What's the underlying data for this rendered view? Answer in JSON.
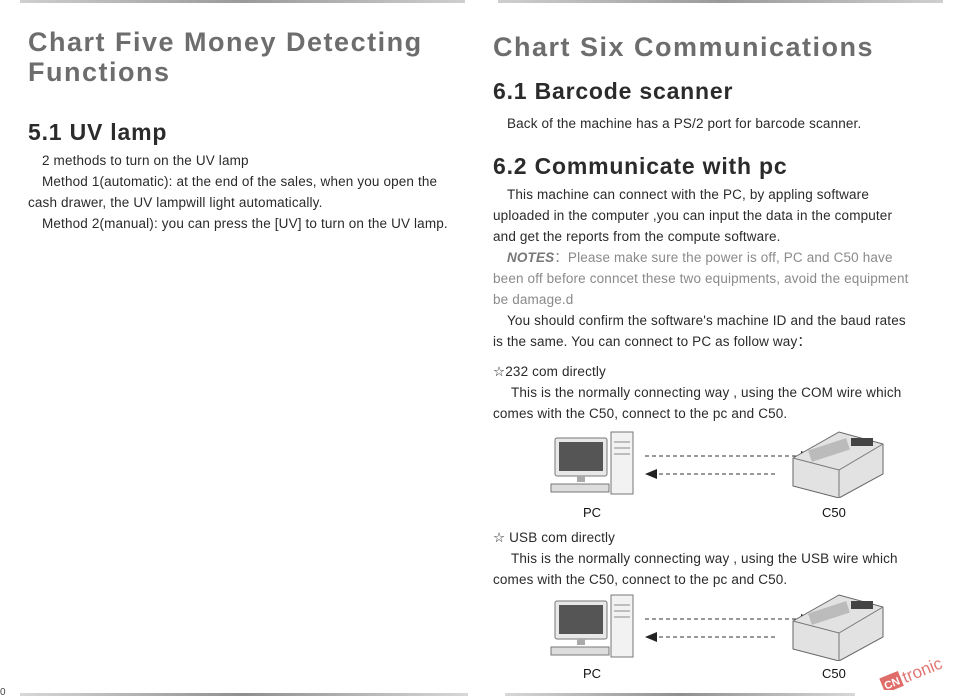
{
  "left": {
    "chapter_title_line1": "Chart Five  Money Detecting",
    "chapter_title_line2": "Functions",
    "section_title": "5.1 UV lamp",
    "para1": "2 methods to turn on the UV lamp",
    "para2": "Method 1(automatic): at the end of the sales, when you open the cash drawer, the UV lampwill light automatically.",
    "para3": "Method 2(manual): you can press the  [UV] to turn on the UV lamp."
  },
  "right": {
    "chapter_title": "Chart Six Communications",
    "section1_title": "6.1 Barcode scanner",
    "section1_para": "Back of the machine has a PS/2 port for barcode scanner.",
    "section2_title": "6.2 Communicate with pc",
    "section2_para": "This machine can connect with the PC, by appling software uploaded in the computer ,you can input the data in the computer and get the reports from the compute software.",
    "notes_label": "NOTES",
    "notes_sep": "：",
    "notes_text": "Please make sure the power is off,  PC and C50 have been off before conncet these two equipments, avoid the equipment be damage.d",
    "confirm_para": "You should confirm the software's machine ID and the baud rates is the same. You can connect to PC as follow way：",
    "method1_title": "☆232 com directly",
    "method1_para": "This is the normally connecting way , using the COM wire which comes with the C50, connect to the pc and C50.",
    "method2_title": "☆ USB com directly",
    "method2_para": "This is the normally connecting way , using the USB wire which comes with the C50, connect to the pc and C50.",
    "pc_label": "PC",
    "c50_label": "C50"
  },
  "footer": {
    "page_number": "0",
    "logo_text": "tronic",
    "logo_initials": "CN",
    "logo_brand_color": "#d9534f"
  }
}
